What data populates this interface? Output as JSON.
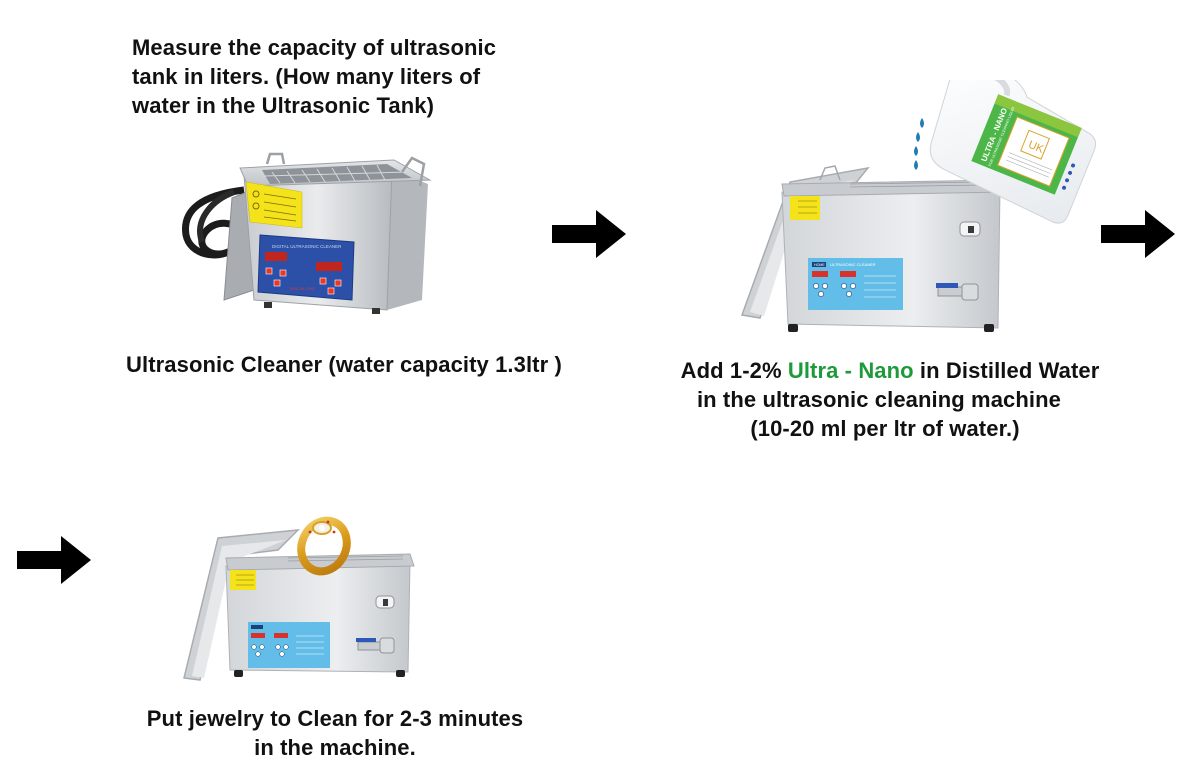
{
  "steps": [
    {
      "heading_lines": [
        "Measure the capacity of ultrasonic",
        "tank in liters. (How many liters of",
        "water in the Ultrasonic Tank)"
      ],
      "caption": "Ultrasonic Cleaner (water capacity 1.3ltr )"
    },
    {
      "caption_line1_prefix": "Add 1-2% ",
      "caption_line1_highlight": "Ultra - Nano",
      "caption_line1_suffix": " in Distilled Water",
      "caption_line2": "in the ultrasonic cleaning machine",
      "caption_line3": "(10-20 ml per ltr of water.)",
      "bottle_label_title": "ULTRA - NANO",
      "bottle_label_sub": "FOR ULTRASONIC CLEANING LIQUID",
      "bottle_logo": "UK"
    },
    {
      "caption_line1": "Put jewelry to Clean for 2-3 minutes",
      "caption_line2": "in the machine."
    }
  ],
  "machine_panel": {
    "brand": "HOME",
    "title": "ULTRASONIC CLEANER"
  },
  "colors": {
    "highlight_green": "#1f9a3b",
    "arrow": "#000000",
    "panel_blue_dark": "#2c4fa8",
    "panel_blue_light": "#5bb8e8",
    "warning_yellow": "#f4e21a"
  },
  "icons": [
    "arrow-right-icon",
    "arrow-right-icon",
    "arrow-right-icon"
  ]
}
